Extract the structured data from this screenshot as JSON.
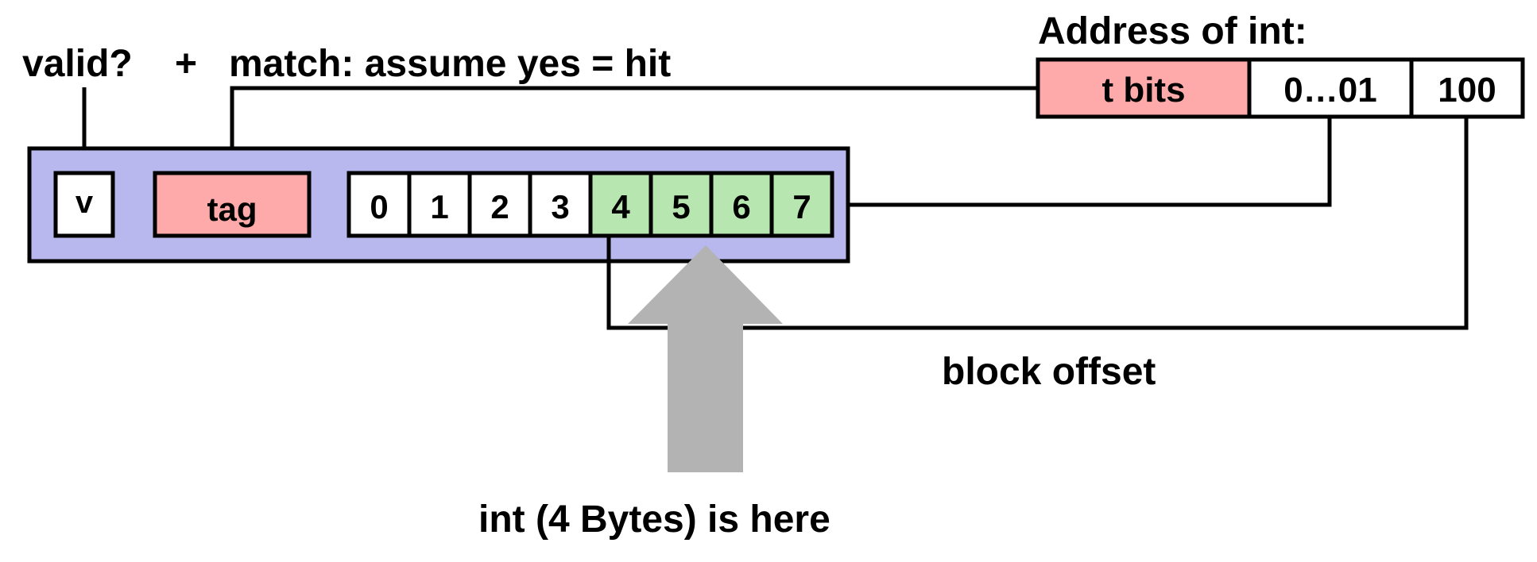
{
  "labels": {
    "valid": "valid?",
    "plus": "+",
    "match": "match: assume yes = hit",
    "address_title": "Address of int:",
    "block_offset": "block offset",
    "int_here": "int (4 Bytes) is here"
  },
  "cache_line": {
    "valid_bit": "v",
    "tag": "tag",
    "bytes": [
      "0",
      "1",
      "2",
      "3",
      "4",
      "5",
      "6",
      "7"
    ],
    "highlighted_bytes": [
      4,
      5,
      6,
      7
    ]
  },
  "address": {
    "fields": [
      "t bits",
      "0…01",
      "100"
    ]
  },
  "colors": {
    "line_background": "#b8b8ee",
    "tag": "#ffaaaa",
    "byte_plain": "#ffffff",
    "byte_highlight": "#b8e6b0",
    "arrow": "#b3b3b3"
  }
}
